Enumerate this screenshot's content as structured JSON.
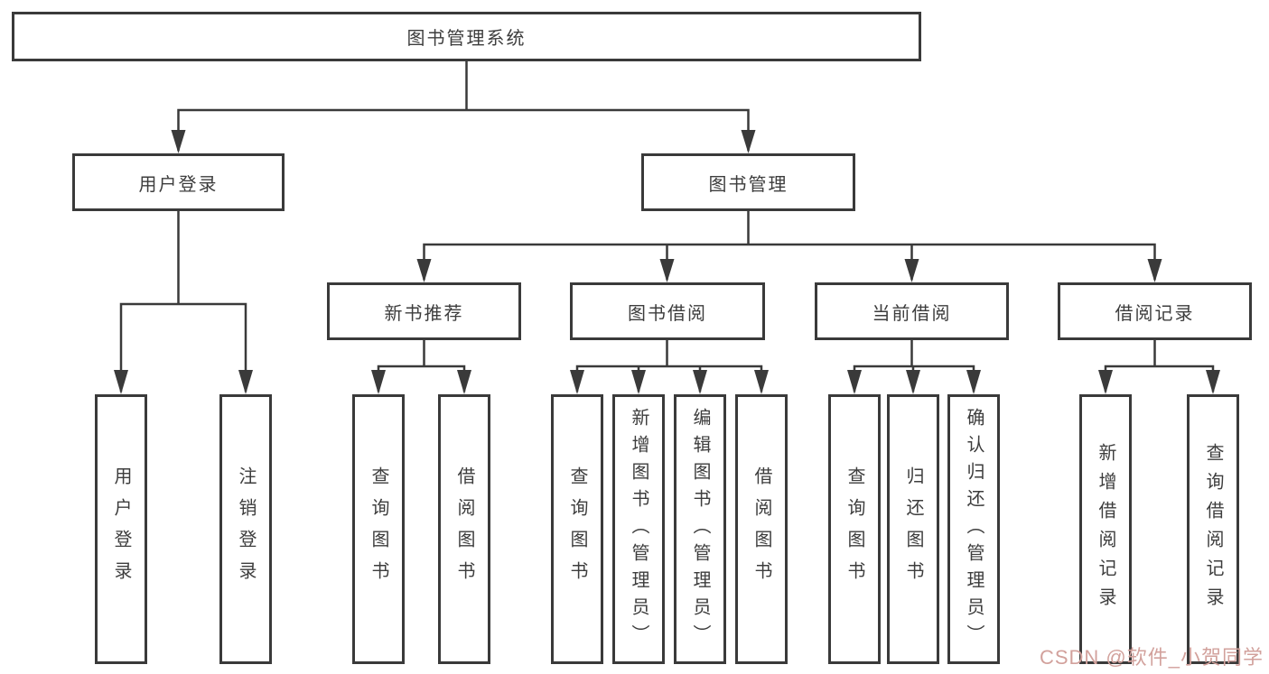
{
  "title": "图书管理系统",
  "colors": {
    "line": "#3a3a3a",
    "text": "#3d3d3d",
    "background": "#ffffff",
    "watermark": "#d2a19c"
  },
  "nodes": {
    "root": "图书管理系统",
    "l2": {
      "user_login": "用户登录",
      "book_mgmt": "图书管理"
    },
    "l3": {
      "new_books": "新书推荐",
      "book_borrow": "图书借阅",
      "current_borrow": "当前借阅",
      "borrow_records": "借阅记录"
    },
    "leaves": {
      "login": "用户登录",
      "logout": "注销登录",
      "nb_query": "查询图书",
      "nb_borrow": "借阅图书",
      "bb_query": "查询图书",
      "bb_add": "新增图书（管理员）",
      "bb_edit": "编辑图书（管理员）",
      "bb_borrow": "借阅图书",
      "cb_query": "查询图书",
      "cb_return": "归还图书",
      "cb_confirm": "确认归还（管理员）",
      "br_add": "新增借阅记录",
      "br_query": "查询借阅记录"
    }
  },
  "hierarchy": {
    "label": "图书管理系统",
    "children": [
      {
        "label": "用户登录",
        "children": [
          "用户登录",
          "注销登录"
        ]
      },
      {
        "label": "图书管理",
        "children": [
          {
            "label": "新书推荐",
            "children": [
              "查询图书",
              "借阅图书"
            ]
          },
          {
            "label": "图书借阅",
            "children": [
              "查询图书",
              "新增图书（管理员）",
              "编辑图书（管理员）",
              "借阅图书"
            ]
          },
          {
            "label": "当前借阅",
            "children": [
              "查询图书",
              "归还图书",
              "确认归还（管理员）"
            ]
          },
          {
            "label": "借阅记录",
            "children": [
              "新增借阅记录",
              "查询借阅记录"
            ]
          }
        ]
      }
    ]
  },
  "watermark": {
    "text": "CSDN @软件_小贺同学"
  }
}
